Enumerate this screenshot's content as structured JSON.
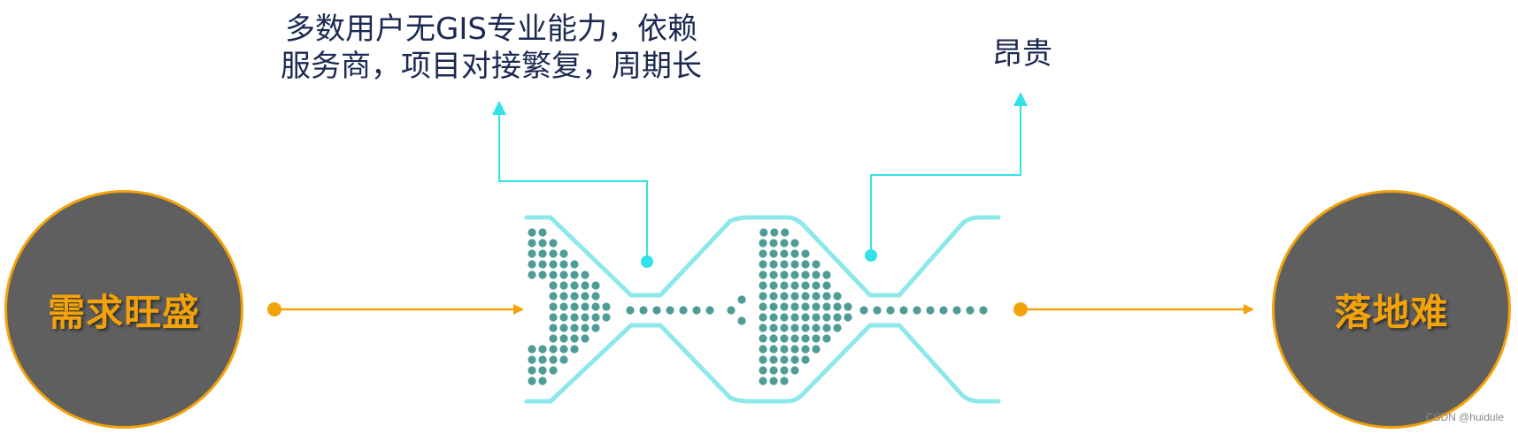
{
  "nodes": {
    "left": {
      "label": "需求旺盛"
    },
    "right": {
      "label": "落地难"
    }
  },
  "callouts": {
    "first": {
      "lines": [
        "多数用户无GIS专业能力，依赖",
        "服务商，项目对接繁复，周期长"
      ]
    },
    "second": {
      "lines": [
        "昂贵"
      ]
    }
  },
  "watermark": "CSDN @huidule",
  "colors": {
    "circle_fill": "#5f5f5f",
    "accent_orange": "#f3a20b",
    "channel_cyan": "#8de8ea",
    "callout_cyan": "#33e2e6",
    "dot_teal": "#4f9c97",
    "text_navy": "#1c2a52"
  }
}
